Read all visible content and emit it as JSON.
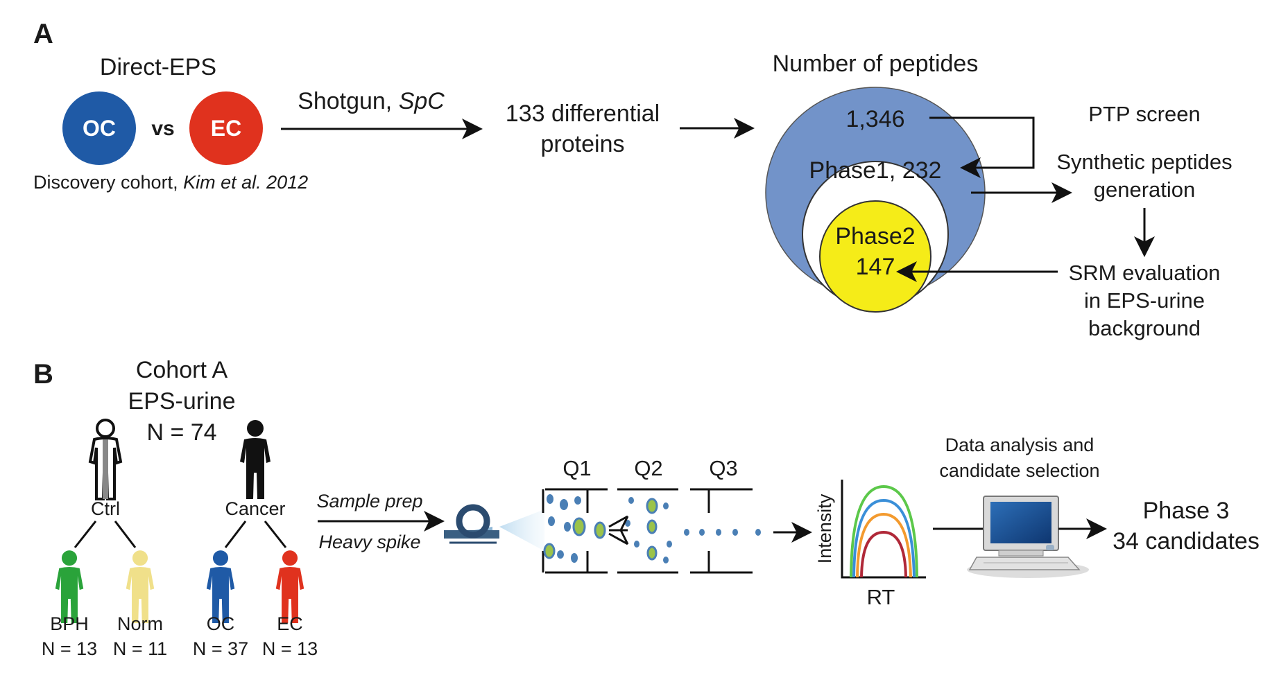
{
  "panel_a": {
    "letter": "A",
    "direct_eps": "Direct-EPS",
    "oc": "OC",
    "vs": "vs",
    "ec": "EC",
    "cohort_note": "Discovery cohort, ",
    "cohort_ref": "Kim et al. 2012",
    "shotgun": "Shotgun, ",
    "spc": "SpC",
    "diff_line1": "133 differential",
    "diff_line2": "proteins",
    "peptides_title": "Number of peptides",
    "n_all": "1,346",
    "phase1": "Phase1, 232",
    "phase2_line1": "Phase2",
    "phase2_line2": "147",
    "ptp": "PTP screen",
    "synth_line1": "Synthetic peptides",
    "synth_line2": "generation",
    "srm_line1": "SRM evaluation",
    "srm_line2": "in EPS-urine",
    "srm_line3": "background"
  },
  "panel_b": {
    "letter": "B",
    "cohort_line1": "Cohort A",
    "cohort_line2": "EPS-urine",
    "cohort_line3": "N = 74",
    "ctrl": "Ctrl",
    "cancer": "Cancer",
    "groups": [
      {
        "name": "BPH",
        "n": "N = 13"
      },
      {
        "name": "Norm",
        "n": "N = 11"
      },
      {
        "name": "OC",
        "n": "N = 37"
      },
      {
        "name": "EC",
        "n": "N = 13"
      }
    ],
    "sample_prep": "Sample prep",
    "heavy_spike": "Heavy spike",
    "q1": "Q1",
    "q2": "Q2",
    "q3": "Q3",
    "intensity": "Intensity",
    "rt": "RT",
    "analysis_line1": "Data analysis and",
    "analysis_line2": "candidate selection",
    "phase3_line1": "Phase 3",
    "phase3_line2": "34 candidates"
  },
  "colors": {
    "oc_blue": "#1f5aa6",
    "ec_red": "#e0321e",
    "venn_blue": "#7293c9",
    "venn_yellow": "#f5ec18",
    "bph_green": "#2aa33a",
    "norm_yellow": "#f0e08a",
    "curve_green": "#5cc84a",
    "curve_blue": "#3a8fd8",
    "curve_orange": "#f39a2e",
    "curve_red": "#b02838"
  },
  "icons": [
    "person-icon",
    "mass-spec-source-icon",
    "computer-icon",
    "arrow-icon"
  ]
}
